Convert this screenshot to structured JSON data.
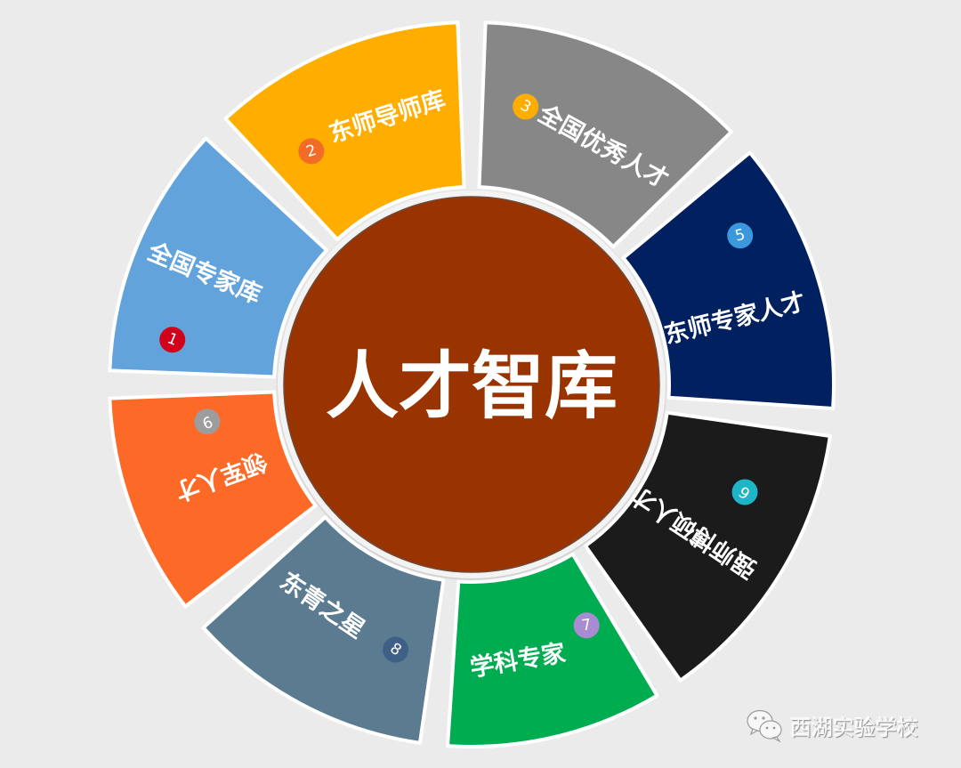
{
  "diagram": {
    "type": "radial-segmented-wheel",
    "center": {
      "title": "人才智库",
      "color": "#993300"
    },
    "background_color": "#ebebeb",
    "segments": [
      {
        "number": "1",
        "label": "全国专家库",
        "color": "#62a3dc",
        "badge_color": "#d0021b",
        "start_angle": 180,
        "end_angle": 225
      },
      {
        "number": "2",
        "label": "东师导师库",
        "color": "#ffae00",
        "badge_color": "#f26b27",
        "start_angle": 225,
        "end_angle": 270
      },
      {
        "number": "3",
        "label": "全国优秀人才",
        "color": "#878787",
        "badge_color": "#ffae00",
        "start_angle": 270,
        "end_angle": 318
      },
      {
        "number": "5",
        "label": "东师专家人才",
        "color": "#002060",
        "badge_color": "#3b98dc",
        "start_angle": 318,
        "end_angle": 366
      },
      {
        "number": "6",
        "label": "强师博硕人才",
        "color": "#1b1b1b",
        "badge_color": "#1fb5c8",
        "start_angle": 6,
        "end_angle": 57
      },
      {
        "number": "7",
        "label": "学科专家",
        "color": "#00ac50",
        "badge_color": "#a98bd2",
        "start_angle": 57,
        "end_angle": 96
      },
      {
        "number": "8",
        "label": "东青之星",
        "color": "#5b7b90",
        "badge_color": "#3e5f86",
        "start_angle": 96,
        "end_angle": 140
      },
      {
        "number": "9",
        "label": "领军人才",
        "color": "#fd6a28",
        "badge_color": "#9d9d9d",
        "start_angle": 140,
        "end_angle": 180
      }
    ]
  },
  "watermark": {
    "icon": "wechat-icon",
    "text": "西湖实验学校"
  }
}
